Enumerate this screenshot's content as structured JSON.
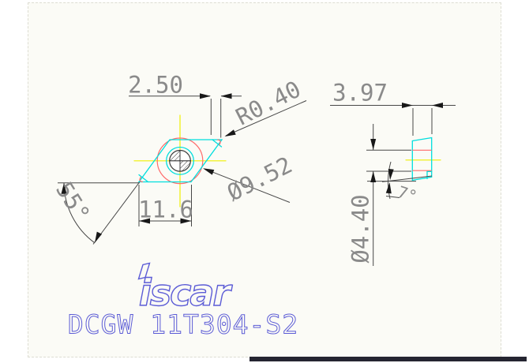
{
  "drawing": {
    "part_number": "DCGW 11T304-S2",
    "brand": {
      "logo_text": "iscar"
    },
    "front_view": {
      "tip_width": "2.50",
      "corner_radius": "R0.40",
      "inscribed_circle": "Ø9.52",
      "edge_length": "11.6",
      "corner_angle": "55°"
    },
    "side_view": {
      "thickness": "3.97",
      "hole_diameter": "Ø4.40",
      "clearance_angle": "7°"
    },
    "colors": {
      "insert_outline": "#00dede",
      "reference_circle": "#ff6a6a",
      "centerline": "#f0f000",
      "dimension_line": "#474747",
      "brand_blue": "#5c5cd6"
    }
  }
}
